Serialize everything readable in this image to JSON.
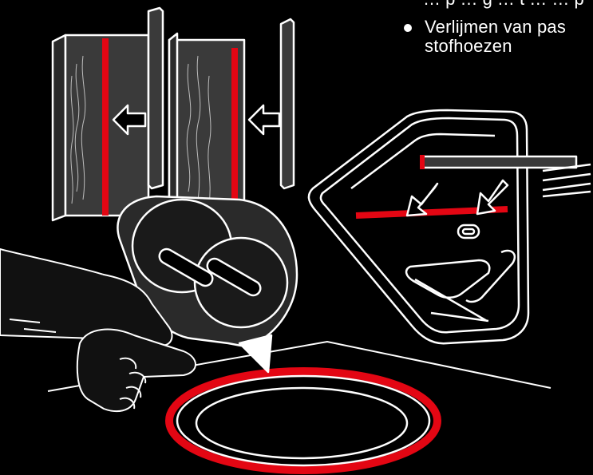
{
  "text": {
    "top_cut_line": "… p … g … t … … p",
    "bullet_line_1": "Verlijmen van pas",
    "bullet_line_2": "stofhoezen"
  },
  "colors": {
    "background": "#000000",
    "stroke": "#ffffff",
    "accent": "#e30613",
    "panel": "#3a3a3a",
    "panel_dark": "#2a2a2a"
  }
}
